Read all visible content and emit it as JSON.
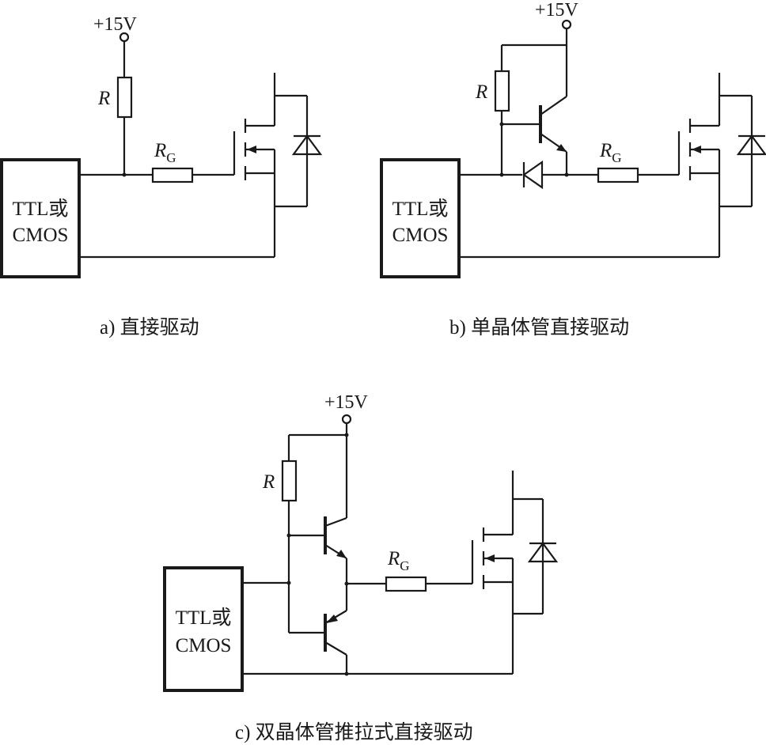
{
  "supply": "+15V",
  "resistor_r": "R",
  "resistor_g": "R",
  "resistor_g_sub": "G",
  "driver_line1": "TTL或",
  "driver_line2": "CMOS",
  "captions": {
    "a": "a) 直接驱动",
    "b": "b) 单晶体管直接驱动",
    "c": "c) 双晶体管推拉式直接驱动"
  }
}
